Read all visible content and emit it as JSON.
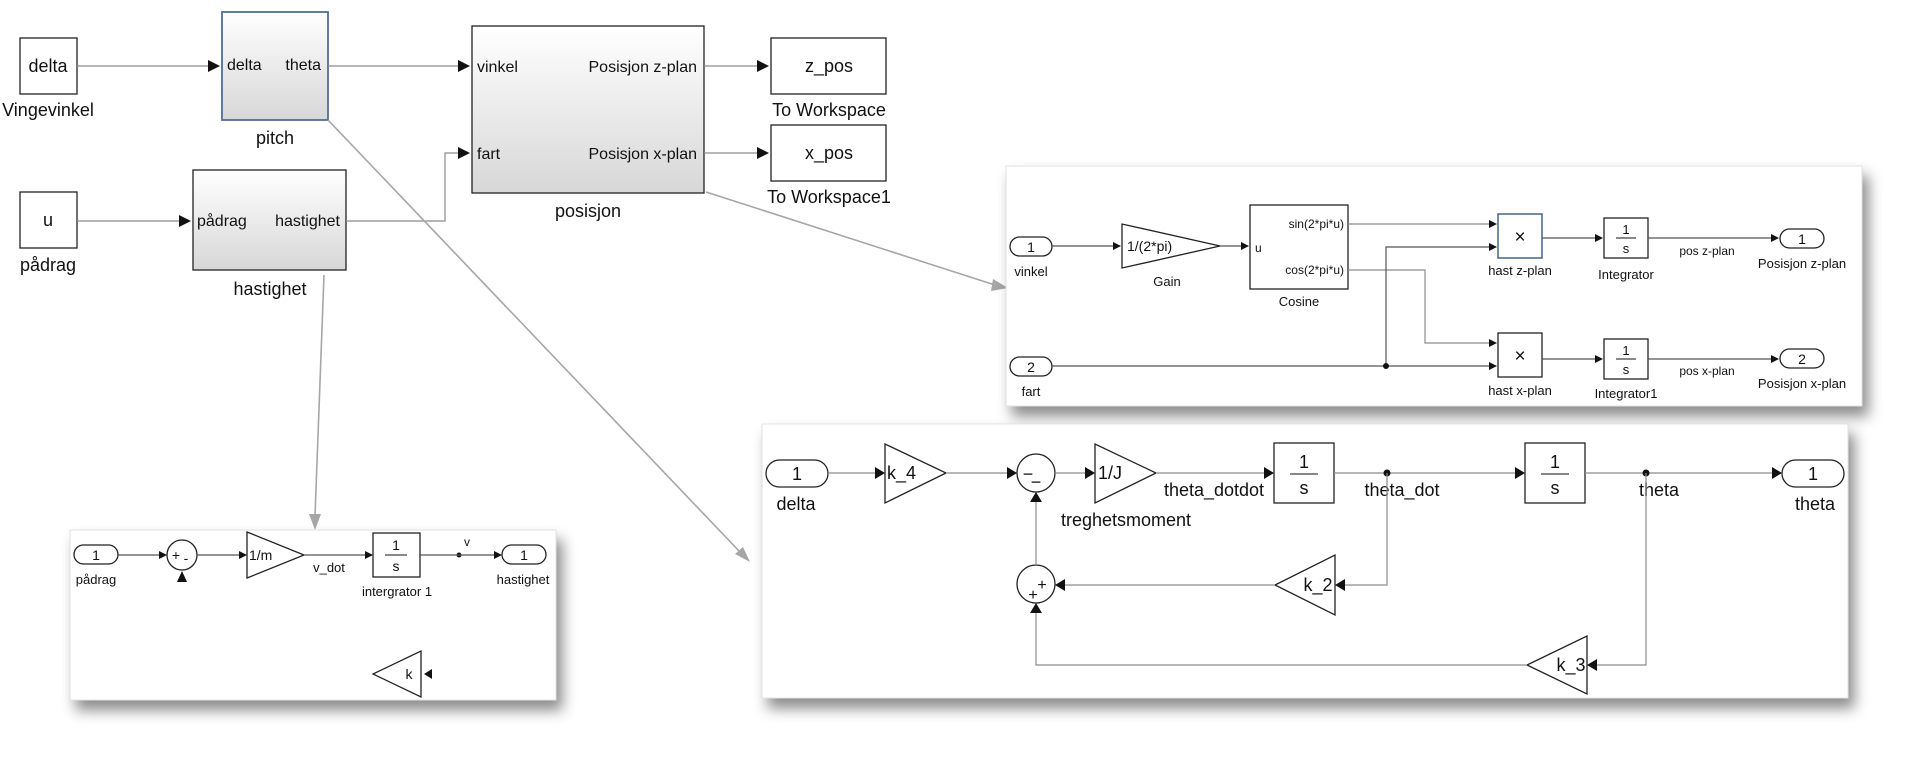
{
  "main": {
    "delta_block": "delta",
    "vingevinkel": "Vingevinkel",
    "u_block": "u",
    "padrag": "pådrag",
    "pitch": {
      "in": "delta",
      "out": "theta",
      "name": "pitch"
    },
    "hastighet": {
      "in": "pådrag",
      "out": "hastighet",
      "name": "hastighet"
    },
    "posisjon": {
      "in1": "vinkel",
      "in2": "fart",
      "out1": "Posisjon z-plan",
      "out2": "Posisjon x-plan",
      "name": "posisjon"
    },
    "zpos": "z_pos",
    "zpos_label": "To Workspace",
    "xpos": "x_pos",
    "xpos_label": "To Workspace1"
  },
  "pos_panel": {
    "in1_num": "1",
    "in1_label": "vinkel",
    "in2_num": "2",
    "in2_label": "fart",
    "gain": "1/(2*pi)",
    "gain_label": "Gain",
    "cos_in": "u",
    "cos_out1": "sin(2*pi*u)",
    "cos_out2": "cos(2*pi*u)",
    "cos_label": "Cosine",
    "mult": "×",
    "mult1_label": "hast z-plan",
    "mult2_label": "hast x-plan",
    "int_num": "1",
    "int_den": "s",
    "int1_label": "Integrator",
    "int2_label": "Integrator1",
    "sig1": "pos z-plan",
    "sig2": "pos x-plan",
    "out1_num": "1",
    "out1_label": "Posisjon z-plan",
    "out2_num": "2",
    "out2_label": "Posisjon x-plan"
  },
  "has_panel": {
    "in_num": "1",
    "in_label": "pådrag",
    "sum_plus": "+",
    "sum_minus": "-",
    "gain": "1/m",
    "sig_vdot": "v_dot",
    "int_num": "1",
    "int_den": "s",
    "int_label": "intergrator 1",
    "sig_v": "v",
    "out_num": "1",
    "out_label": "hastighet",
    "k": "k"
  },
  "pitch_panel": {
    "in_num": "1",
    "in_label": "delta",
    "k4": "k_4",
    "sum_minus1": "−",
    "sum_minus2": "−",
    "invj": "1/J",
    "sig_dd": "theta_dotdot",
    "sum_label": "treghetsmoment",
    "int_num": "1",
    "int_den": "s",
    "sig_d": "theta_dot",
    "sig_t": "theta",
    "out_num": "1",
    "out_label": "theta",
    "k2": "k_2",
    "k3": "k_3",
    "sum2_plus1": "+",
    "sum2_plus2": "+"
  }
}
